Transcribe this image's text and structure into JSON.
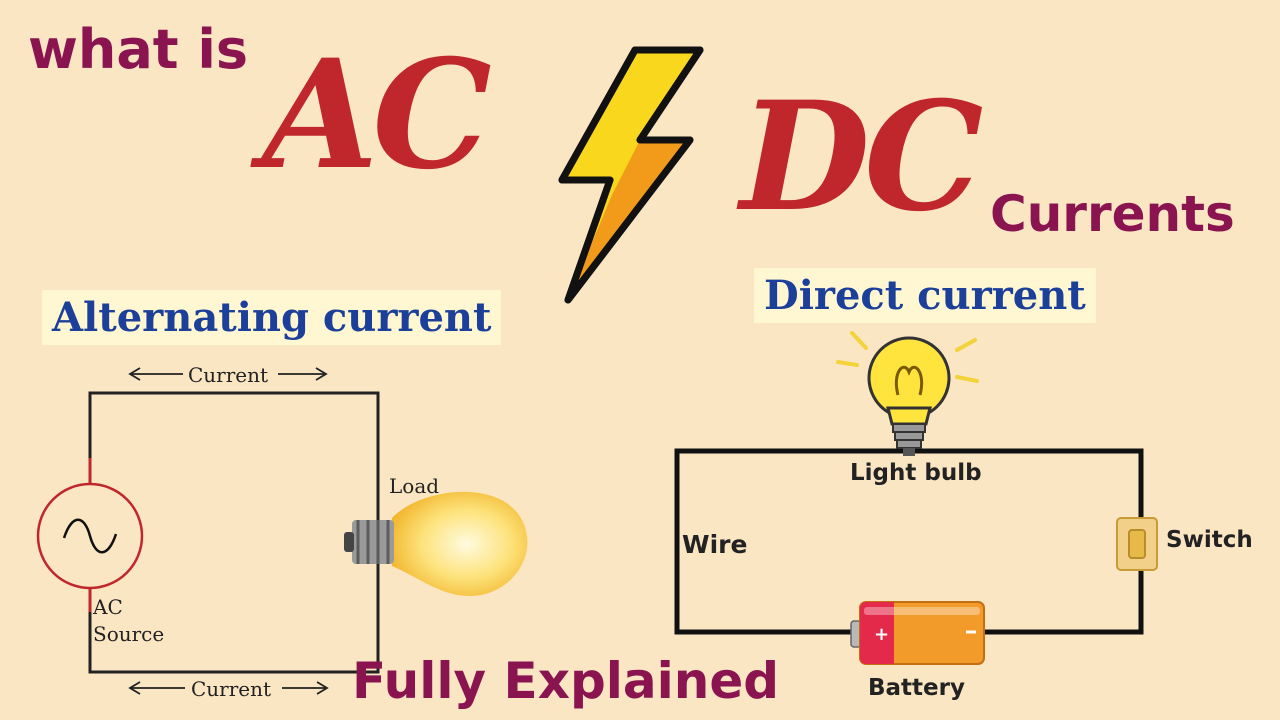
{
  "title": {
    "prefix": "what is",
    "ac": "AC",
    "dc": "DC",
    "suffix": "Currents",
    "bottom": "Fully Explained"
  },
  "ac_diagram": {
    "heading": "Alternating current",
    "current_top": "Current",
    "current_bottom": "Current",
    "load_label": "Load",
    "source_label_line1": "AC",
    "source_label_line2": "Source"
  },
  "dc_diagram": {
    "heading": "Direct current",
    "bulb_label": "Light bulb",
    "wire_label": "Wire",
    "switch_label": "Switch",
    "battery_label": "Battery"
  },
  "colors": {
    "background": "#fbe6c4",
    "title_red": "#c0272d",
    "title_purple": "#8a1450",
    "heading_blue": "#1c3f99",
    "bolt_yellow": "#f9d71c",
    "bolt_orange": "#f29a1a"
  }
}
